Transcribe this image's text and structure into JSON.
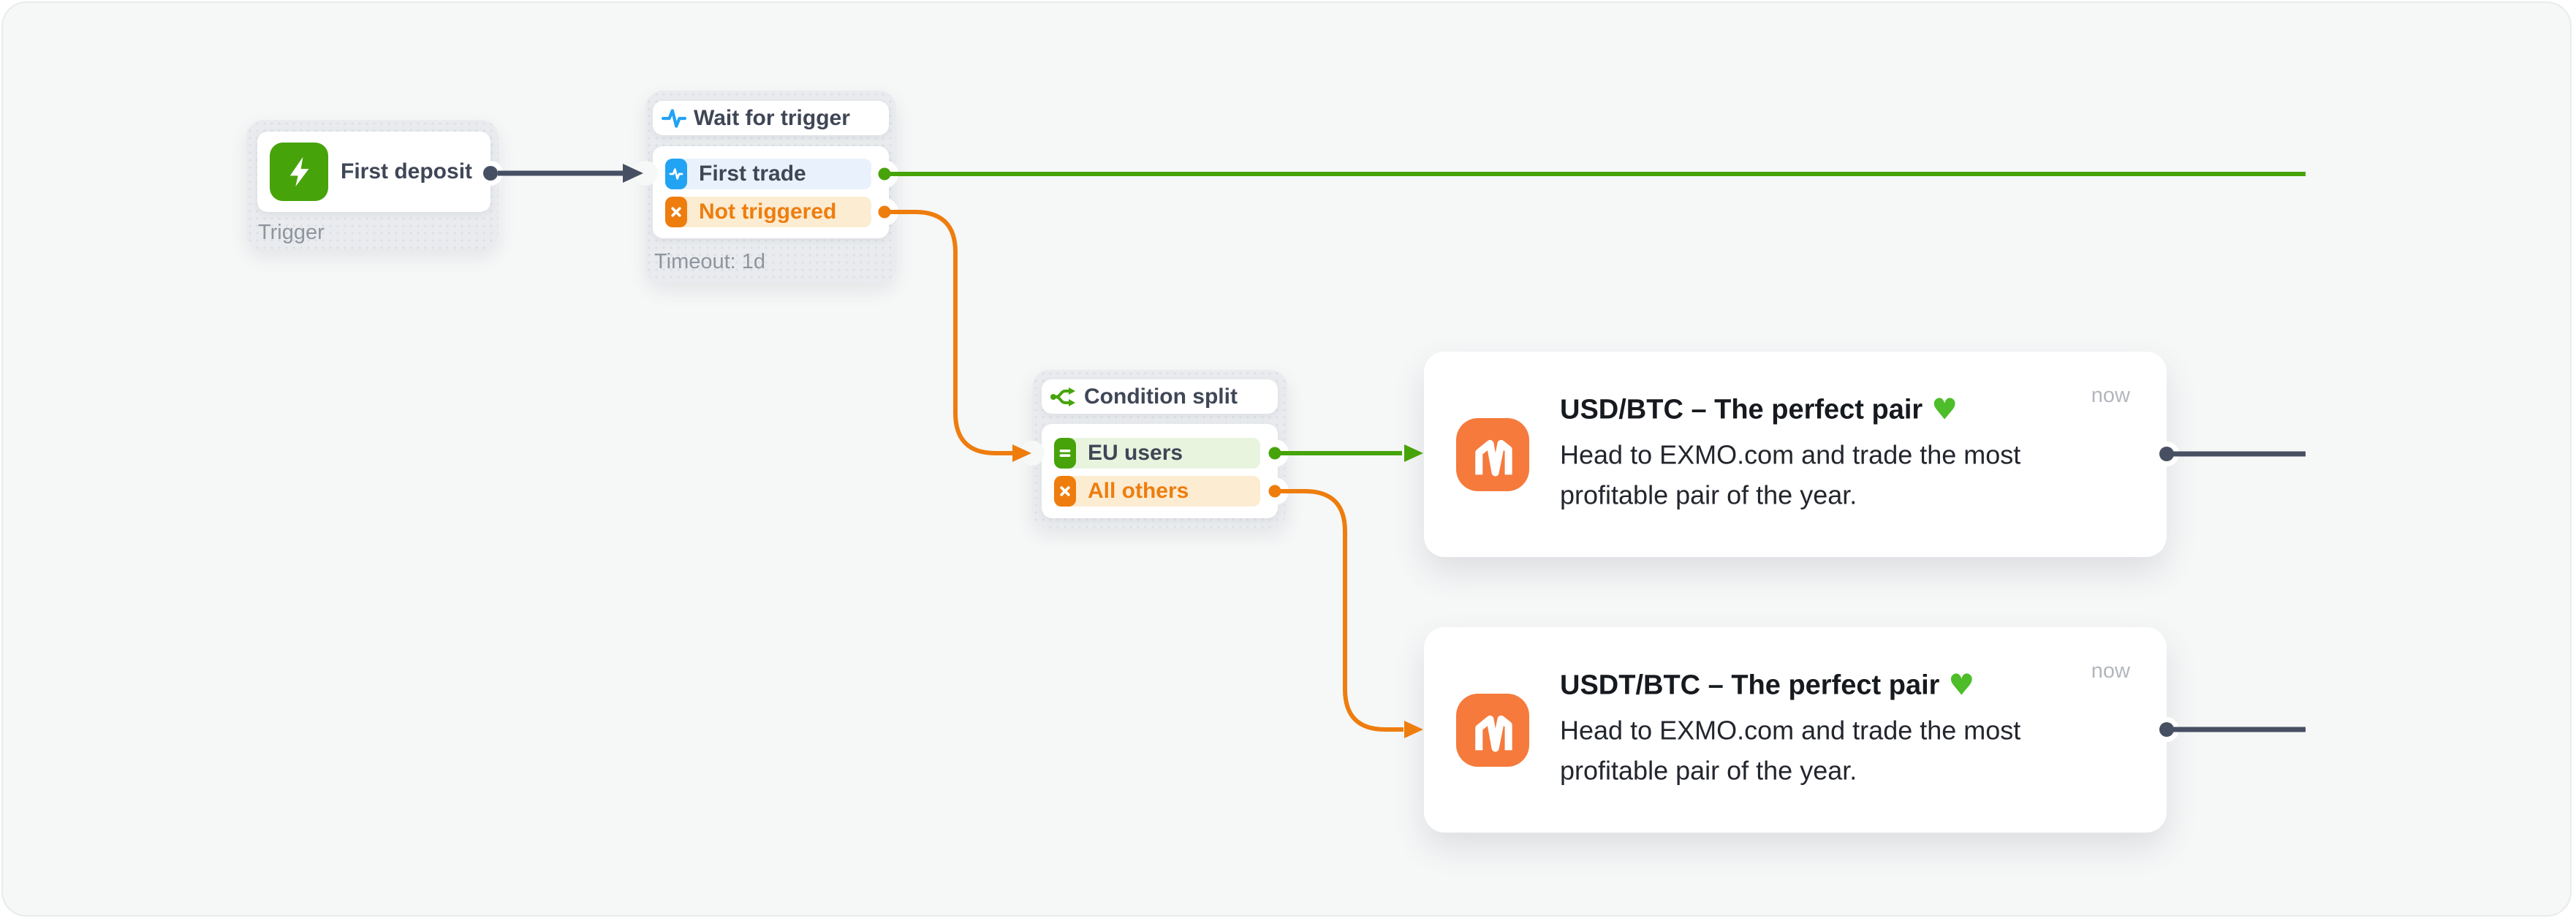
{
  "colors": {
    "slate": "#475063",
    "green": "#47a30a",
    "blue": "#23a3f3",
    "orange": "#ee7d0e",
    "logo_orange": "#f57a3c",
    "canvas_bg": "#f6f7f7"
  },
  "trigger_node": {
    "label": "First deposit",
    "category": "Trigger",
    "icon": "lightning-icon"
  },
  "wait_node": {
    "title": "Wait for trigger",
    "icon": "pulse-icon",
    "branches": [
      {
        "label": "First trade",
        "icon": "pulse-icon"
      },
      {
        "label": "Not triggered",
        "icon": "x-icon"
      }
    ],
    "footer": "Timeout: 1d"
  },
  "split_node": {
    "title": "Condition split",
    "icon": "split-icon",
    "branches": [
      {
        "label": "EU users",
        "icon": "equals-icon"
      },
      {
        "label": "All others",
        "icon": "x-icon"
      }
    ]
  },
  "messages": [
    {
      "title": "USD/BTC – The perfect pair",
      "heart_icon": "♥",
      "timestamp": "now",
      "body": "Head to EXMO.com and trade the most profitable pair of the year.",
      "logo_icon": "brand-m-logo"
    },
    {
      "title": "USDT/BTC – The perfect pair",
      "heart_icon": "♥",
      "timestamp": "now",
      "body": "Head to EXMO.com and trade the most profitable pair of the year.",
      "logo_icon": "brand-m-logo"
    }
  ]
}
